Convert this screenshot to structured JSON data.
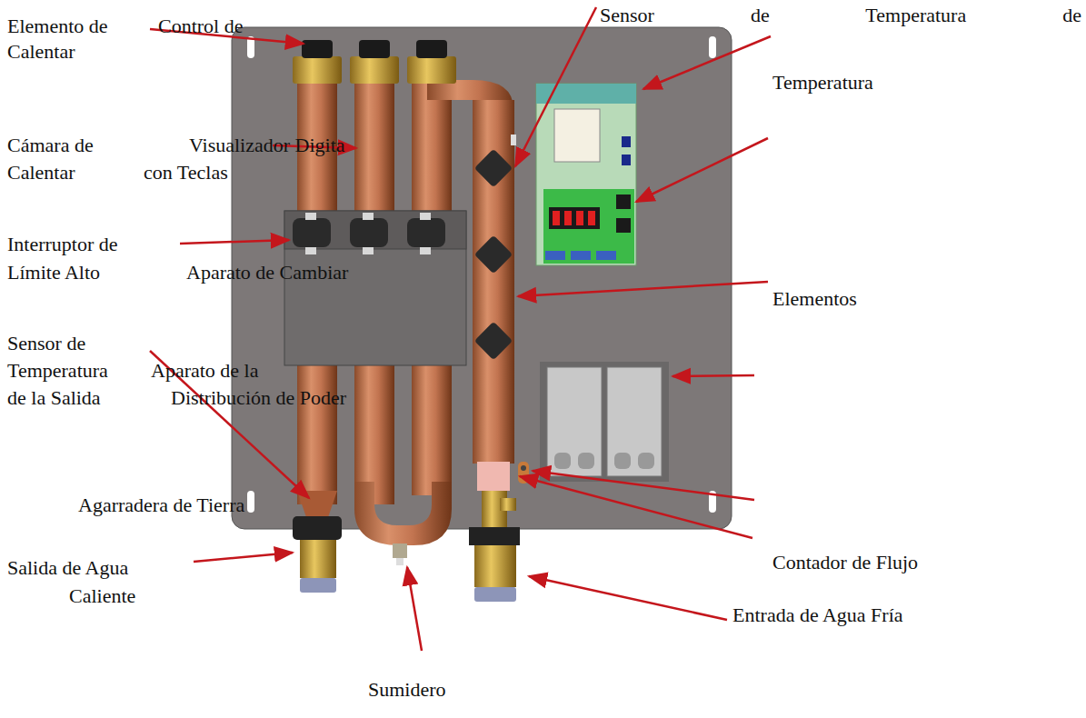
{
  "diagram": {
    "labels": [
      "Elemento de",
      "Control de",
      "Calentar",
      "Cámara de",
      "Visualizador Digita",
      "Calentar",
      "con Teclas",
      "Interruptor de",
      "Límite Alto",
      "Aparato de Cambiar",
      "Sensor de",
      "Temperatura",
      "Aparato de la",
      "de la Salida",
      "Distribución de Poder",
      "Agarradera de Tierra",
      "Salida de Agua",
      "Caliente",
      "Sumidero",
      "Sensor de Temperatura de",
      "Temperatura",
      "Elementos",
      "Contador de Flujo",
      "Entrada de Agua Fría"
    ]
  }
}
